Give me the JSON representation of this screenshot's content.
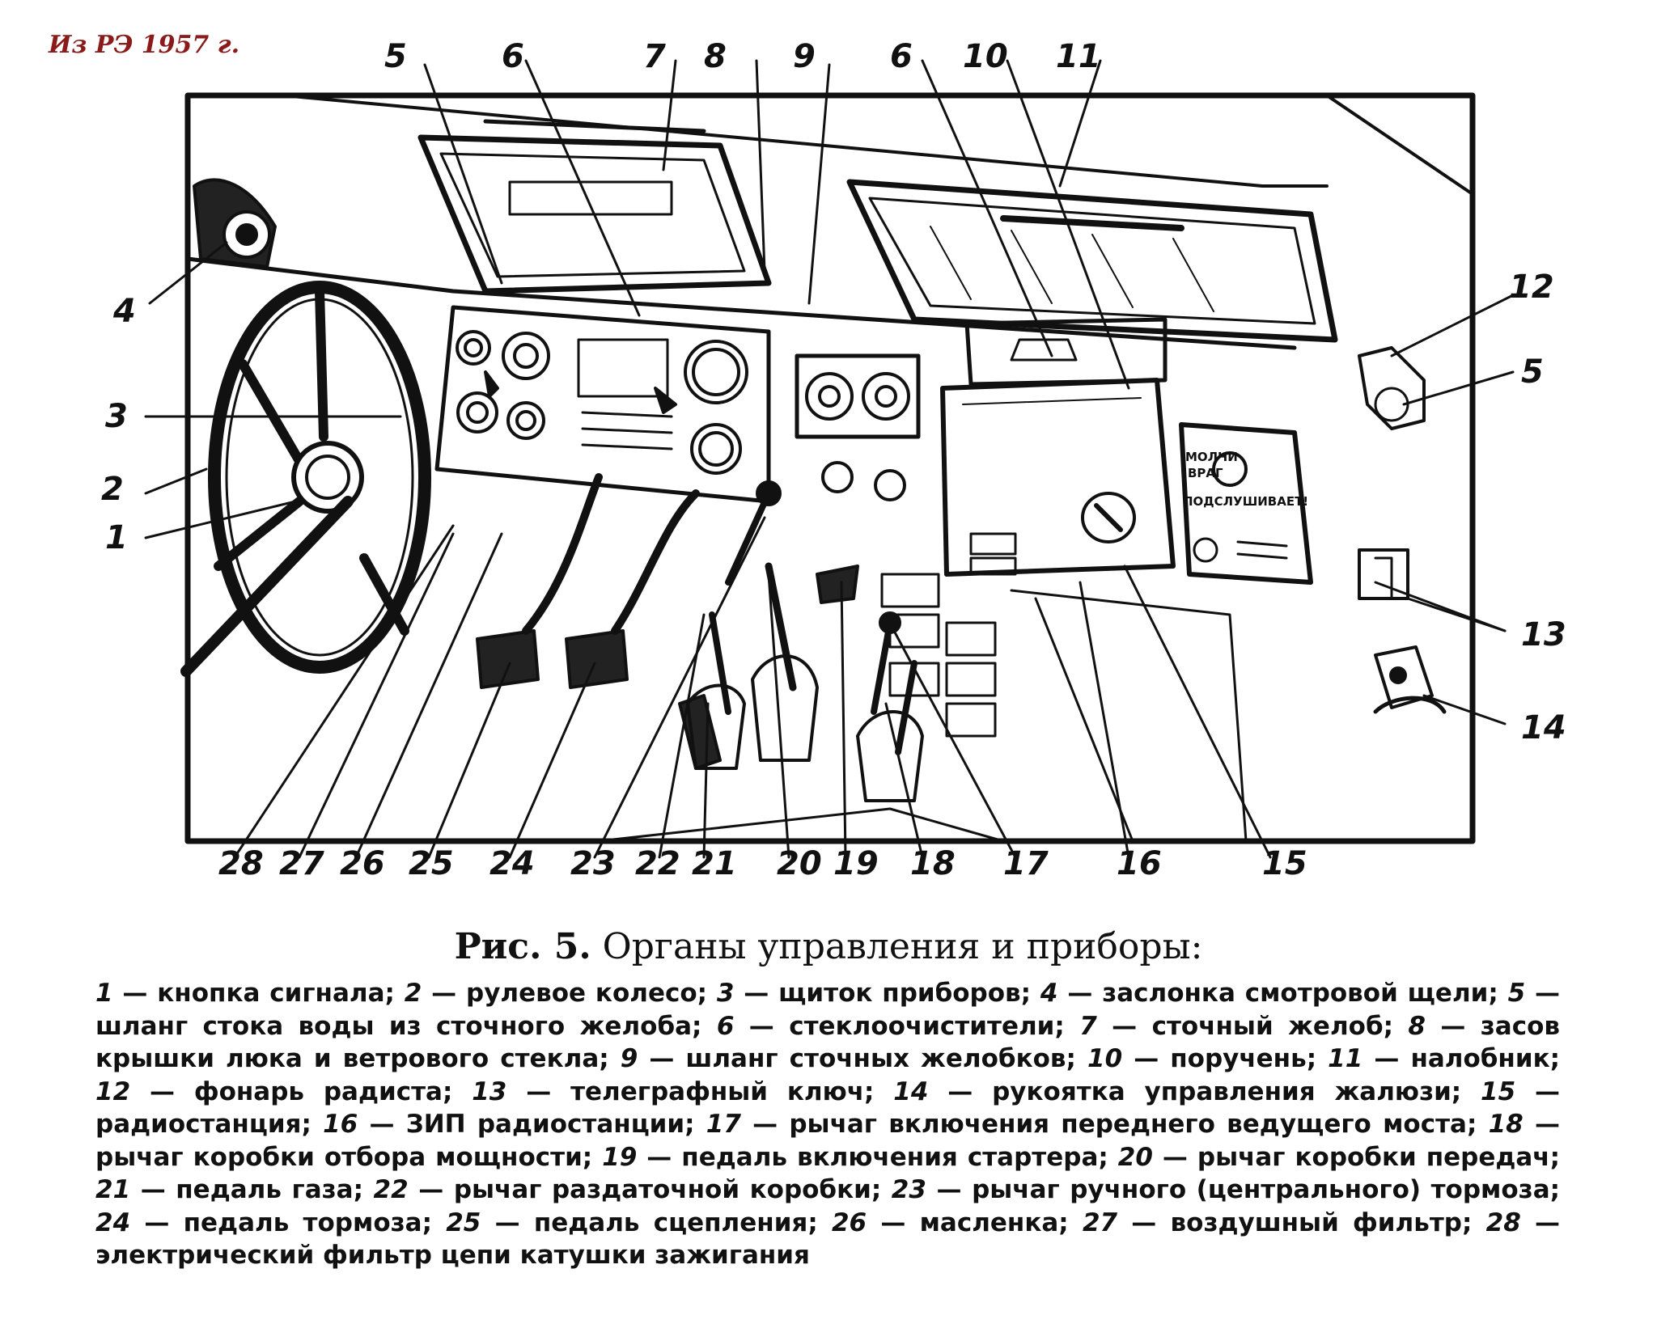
{
  "source_note": "Из РЭ 1957 г.",
  "callouts": [
    "5",
    "6",
    "7",
    "8",
    "9",
    "6",
    "10",
    "11",
    "12",
    "5",
    "4",
    "3",
    "2",
    "1",
    "13",
    "14",
    "28",
    "27",
    "26",
    "25",
    "24",
    "23",
    "22",
    "21",
    "20",
    "19",
    "18",
    "17",
    "16",
    "15"
  ],
  "caption": {
    "figure": "Рис. 5.",
    "title": "Органы управления и приборы:"
  },
  "legend": [
    {
      "n": "1",
      "text": "кнопка сигнала;"
    },
    {
      "n": "2",
      "text": "рулевое колесо;"
    },
    {
      "n": "3",
      "text": "щиток приборов;"
    },
    {
      "n": "4",
      "text": "заслонка смотровой щели;"
    },
    {
      "n": "5",
      "text": "шланг стока воды из сточного желоба;"
    },
    {
      "n": "6",
      "text": "стеклоочистители;"
    },
    {
      "n": "7",
      "text": "сточный желоб;"
    },
    {
      "n": "8",
      "text": "засов крышки люка и ветрового стекла;"
    },
    {
      "n": "9",
      "text": "шланг сточных желобков;"
    },
    {
      "n": "10",
      "text": "поручень;"
    },
    {
      "n": "11",
      "text": "налобник;"
    },
    {
      "n": "12",
      "text": "фонарь радиста;"
    },
    {
      "n": "13",
      "text": "телеграфный ключ;"
    },
    {
      "n": "14",
      "text": "рукоятка управления жалюзи;"
    },
    {
      "n": "15",
      "text": "радиостанция;"
    },
    {
      "n": "16",
      "text": "ЗИП радиостанции;"
    },
    {
      "n": "17",
      "text": "рычаг включения переднего ведущего моста;"
    },
    {
      "n": "18",
      "text": "рычаг коробки отбора мощности;"
    },
    {
      "n": "19",
      "text": "педаль включения стартера;"
    },
    {
      "n": "20",
      "text": "рычаг коробки передач;"
    },
    {
      "n": "21",
      "text": "педаль газа;"
    },
    {
      "n": "22",
      "text": "рычаг раздаточной коробки;"
    },
    {
      "n": "23",
      "text": "рычаг ручного (центрального) тормоза;"
    },
    {
      "n": "24",
      "text": "педаль тормоза;"
    },
    {
      "n": "25",
      "text": "педаль сцепления;"
    },
    {
      "n": "26",
      "text": "масленка;"
    },
    {
      "n": "27",
      "text": "воздушный фильтр;"
    },
    {
      "n": "28",
      "text": "электрический фильтр цепи катушки зажигания"
    }
  ],
  "radio_panel_text": [
    "МОЛЧИ",
    "ВРАГ",
    "ПОДСЛУШИВАЕТ!"
  ]
}
